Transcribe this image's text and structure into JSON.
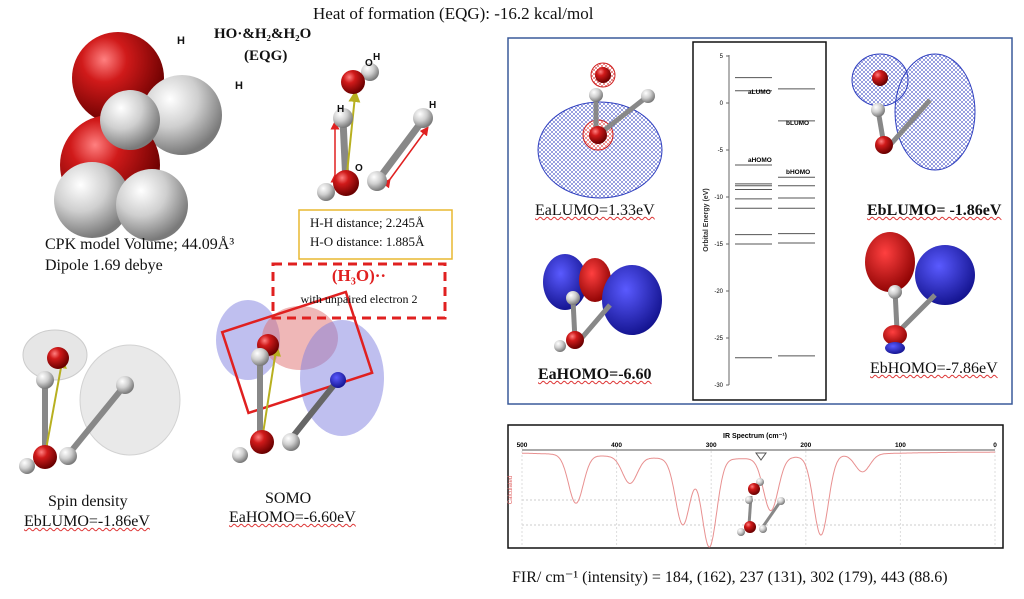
{
  "title": "Heat of formation (EQG): -16.2 kcal/mol",
  "system": {
    "name_line1": "HO·&H₂&H₂O",
    "name_line2": "(EQG)"
  },
  "cpk": {
    "volume": "CPK model Volume; 44.09Å³",
    "dipole": "Dipole 1.69 debye",
    "atom_labels": [
      "H",
      "H"
    ]
  },
  "ball_stick": {
    "atom_labels": [
      "O",
      "H",
      "H",
      "O",
      "H"
    ]
  },
  "distances": {
    "hh": "H-H distance; 2.245Å",
    "ho": "H-O distance: 1.885Å"
  },
  "radical": {
    "formula": "(H₃O)··",
    "note": "with unpaired electron 2"
  },
  "spin": {
    "label": "Spin density",
    "value": "EbLUMO=-1.86eV"
  },
  "somo": {
    "label": "SOMO",
    "value": "EaHOMO=-6.60eV"
  },
  "orbitals": {
    "ealumo": "EaLUMO=1.33eV",
    "eahomo": "EaHOMO=-6.60",
    "eblumo": "EbLUMO= -1.86eV",
    "ebhomo": "EbHOMO=-7.86eV"
  },
  "orbital_diagram": {
    "ylabel": "Orbital Energy (eV)",
    "ylim": [
      -30,
      5
    ],
    "ticks": [
      "5",
      "0",
      "-5",
      "-10",
      "-15",
      "-20",
      "-25",
      "-30"
    ],
    "alpha_levels": [
      2.7,
      1.3,
      -6.6,
      -8.6,
      -8.8,
      -9.2,
      -10.2,
      -11.2,
      -14.0,
      -15.0,
      -27.1
    ],
    "beta_levels": [
      1.5,
      -1.9,
      -7.9,
      -8.8,
      -10.1,
      -11.2,
      -13.9,
      -14.9,
      -26.9
    ],
    "labels": {
      "alumo": "aLUMO",
      "ahomo": "aHOMO",
      "blumo": "bLUMO",
      "bhomo": "bHOMO"
    }
  },
  "ir_spectrum": {
    "title": "IR Spectrum (cm⁻¹)",
    "ylabel": "Calculated",
    "xticks": [
      "500",
      "400",
      "300",
      "200",
      "100",
      "0"
    ],
    "peaks": [
      [
        443,
        0.55
      ],
      [
        386,
        0.3
      ],
      [
        330,
        0.75
      ],
      [
        302,
        1.0
      ],
      [
        237,
        0.6
      ],
      [
        184,
        0.9
      ],
      [
        140,
        0.2
      ]
    ]
  },
  "colors": {
    "oxygen": "#c0121a",
    "hydrogen": "#d8d8d8",
    "accent_red": "#e02020",
    "box_yellow": "#e8b830",
    "panel_blue": "#3a5a9a",
    "ir_line": "#e89090",
    "lobe_blue": "#2020b0"
  },
  "fir": "FIR/ cm⁻¹ (intensity) = 184, (162), 237 (131), 302 (179), 443 (88.6)"
}
